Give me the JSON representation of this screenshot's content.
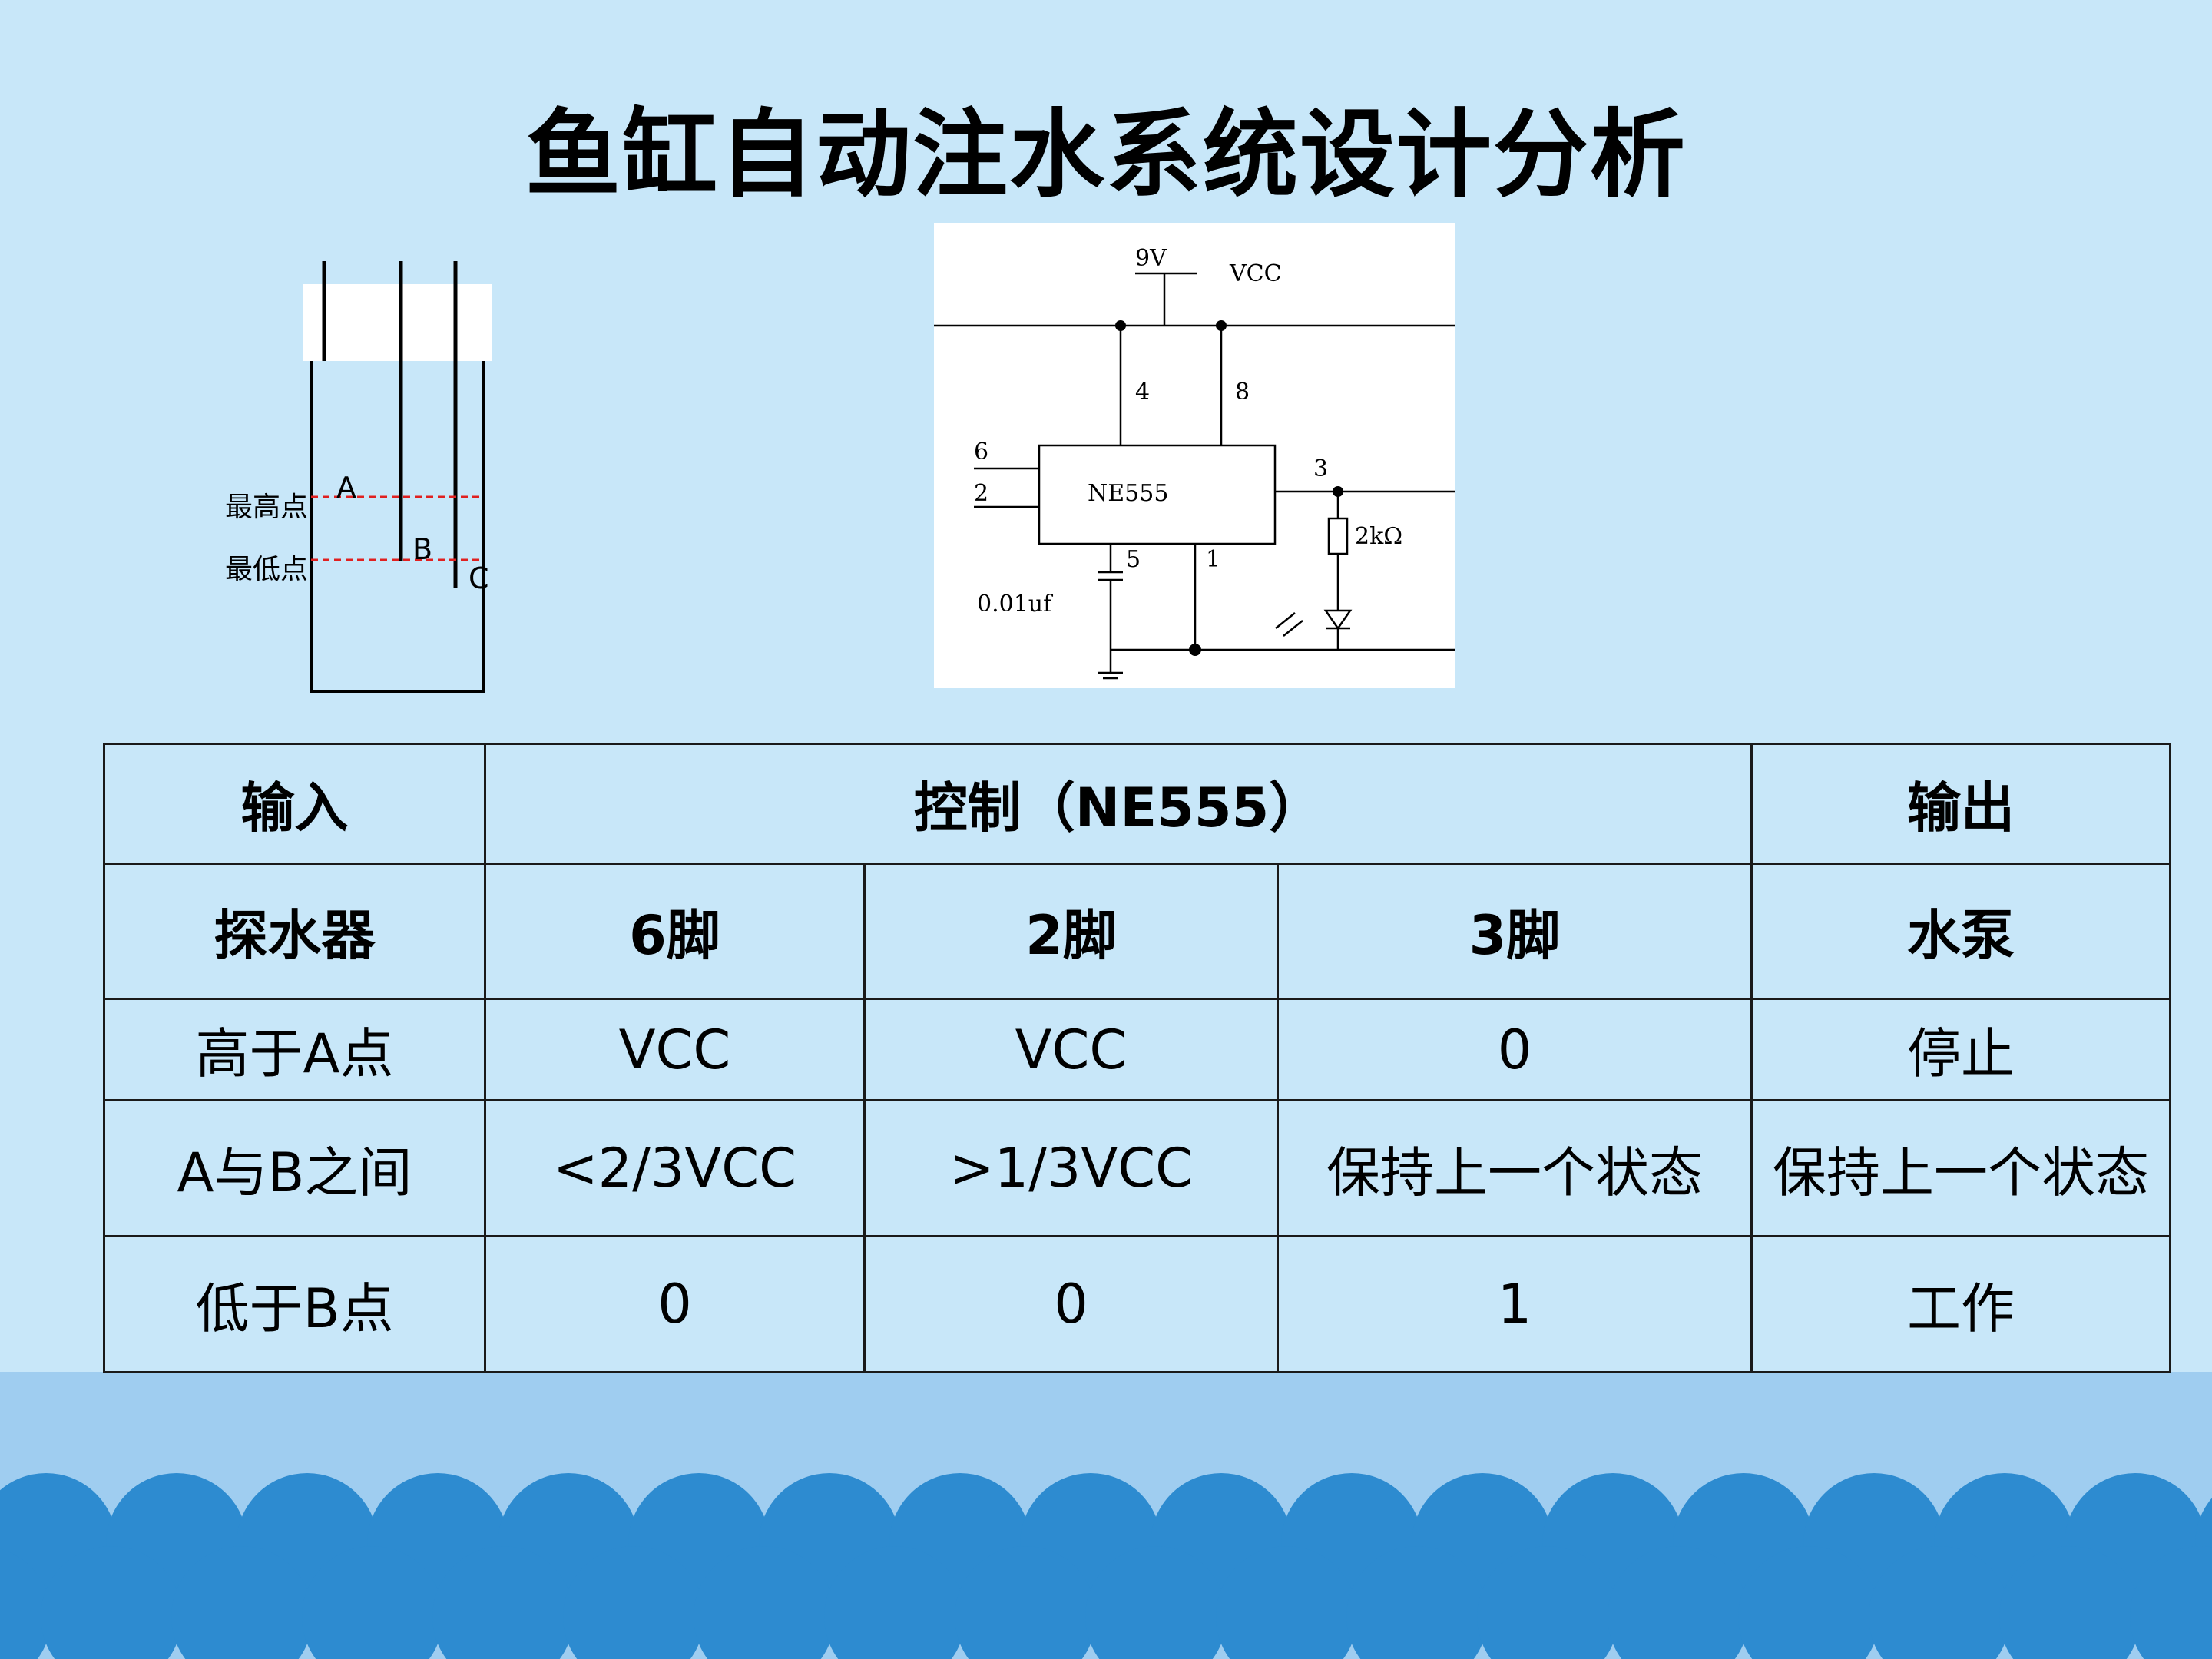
{
  "title": "鱼缸自动注水系统设计分析",
  "tank_diagram": {
    "probe_a": "A",
    "probe_b": "B",
    "probe_c": "C",
    "level_high": "最高点",
    "level_low": "最低点"
  },
  "circuit": {
    "supply_voltage": "9V",
    "supply_name": "VCC",
    "chip": "NE555",
    "pin4": "4",
    "pin8": "8",
    "pin6": "6",
    "pin2": "2",
    "pin3": "3",
    "pin5": "5",
    "pin1": "1",
    "resistor": "2kΩ",
    "capacitor": "0.01uf"
  },
  "table": {
    "header": {
      "input": "输入",
      "control": "控制（NE555）",
      "output": "输出"
    },
    "subheader": {
      "sensor": "探水器",
      "pin6": "6脚",
      "pin2": "2脚",
      "pin3": "3脚",
      "pump": "水泵"
    },
    "rows": [
      {
        "condition": "高于A点",
        "pin6": "VCC",
        "pin2": "VCC",
        "pin3": "0",
        "pump": "停止"
      },
      {
        "condition": "A与B之间",
        "pin6": "<2/3VCC",
        "pin2": ">1/3VCC",
        "pin3": "保持上一个状态",
        "pump": "保持上一个状态"
      },
      {
        "condition": "低于B点",
        "pin6": "0",
        "pin2": "0",
        "pin3": "1",
        "pump": "工作"
      }
    ]
  },
  "colors": {
    "background": "#c8e7f9",
    "band": "#9fcdf0",
    "scallop": "#2d8bd0",
    "red_text": "#c00000",
    "dashed_level": "#e02020"
  }
}
